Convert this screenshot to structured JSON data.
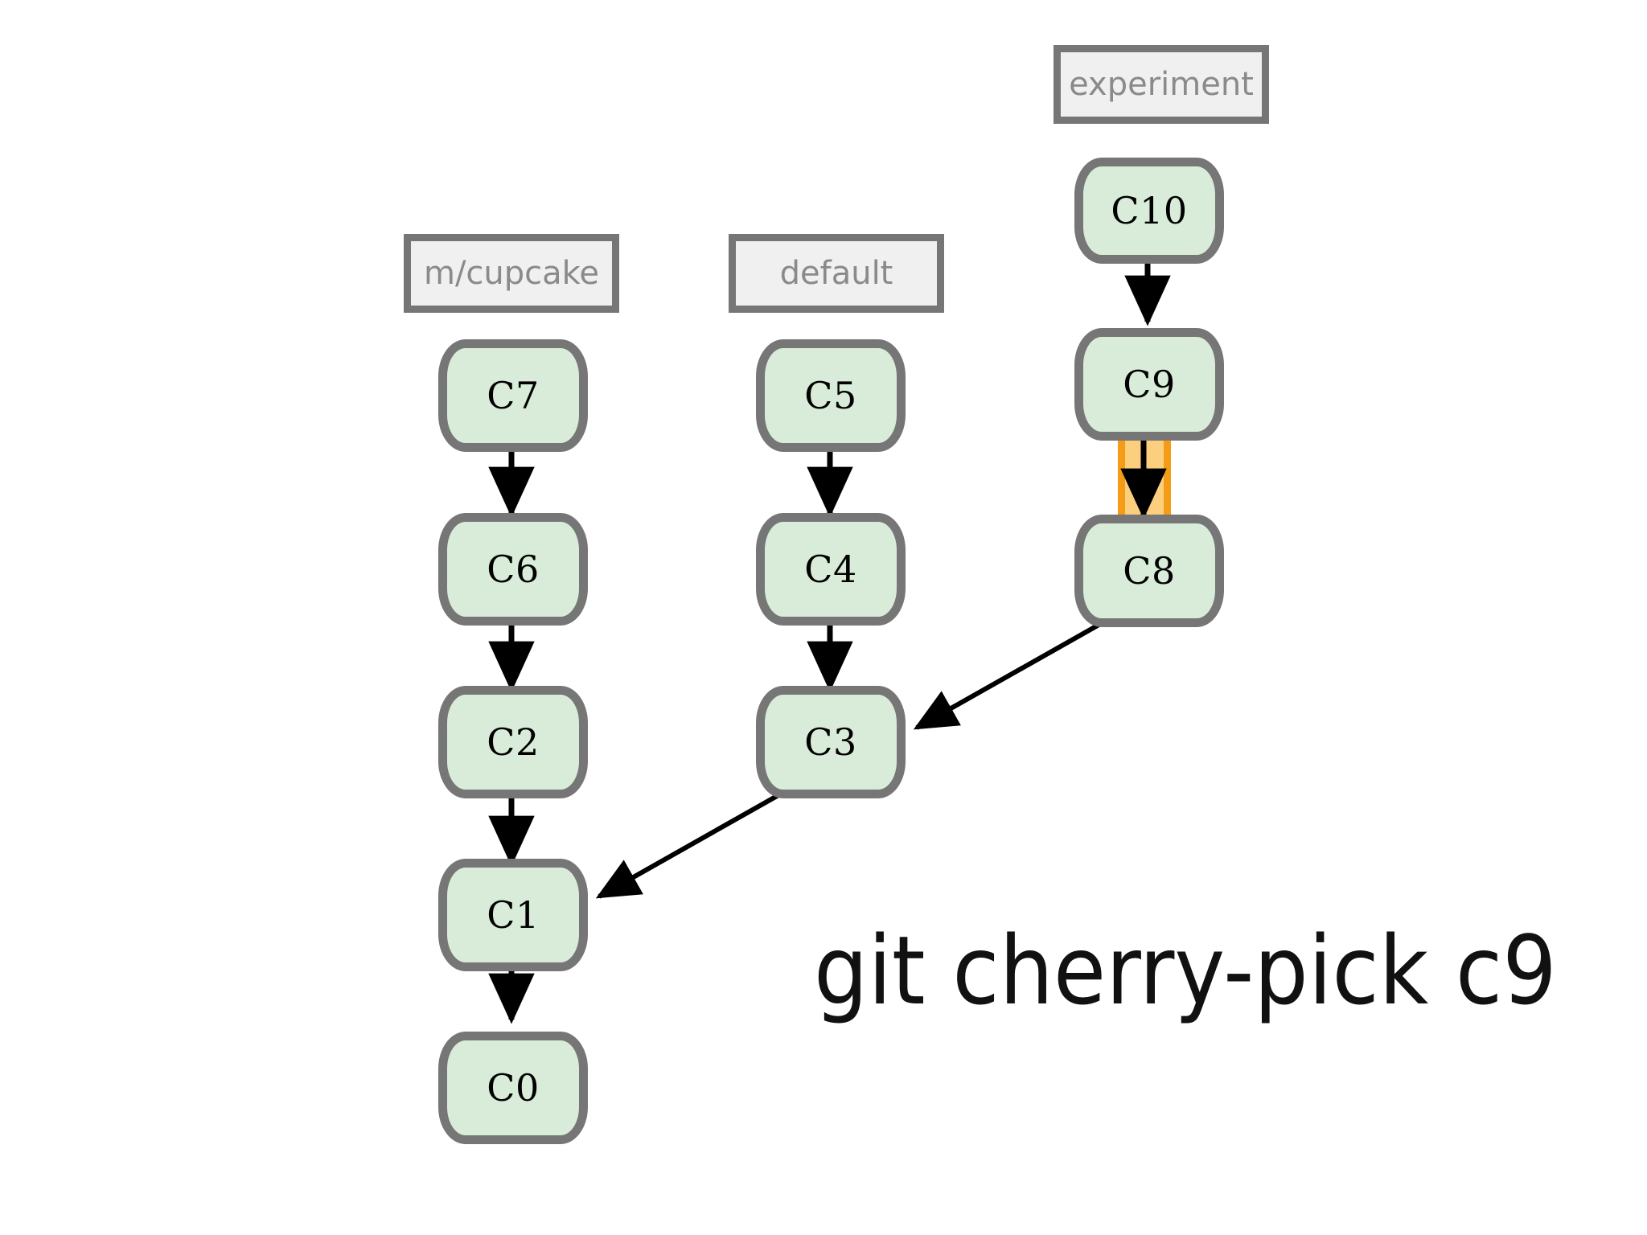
{
  "diagram": {
    "type": "git-commit-graph",
    "background_color": "#ffffff",
    "caption": "git cherry-pick c9",
    "colors": {
      "commit_fill": "#d9ecd9",
      "commit_border": "#767676",
      "label_fill": "#f0f0f0",
      "label_border": "#767676",
      "label_text": "#8a8a8a",
      "edge": "#000000",
      "highlight_fill": "#fccf7f",
      "highlight_border": "#f59c16",
      "caption_text": "#111111"
    },
    "branches": [
      {
        "id": "m-cupcake",
        "name": "m/cupcake",
        "head": "C7"
      },
      {
        "id": "default",
        "name": "default",
        "head": "C5"
      },
      {
        "id": "experiment",
        "name": "experiment",
        "head": "C10"
      }
    ],
    "commits": [
      {
        "id": "C10",
        "label": "C10"
      },
      {
        "id": "C9",
        "label": "C9"
      },
      {
        "id": "C8",
        "label": "C8"
      },
      {
        "id": "C7",
        "label": "C7"
      },
      {
        "id": "C6",
        "label": "C6"
      },
      {
        "id": "C5",
        "label": "C5"
      },
      {
        "id": "C4",
        "label": "C4"
      },
      {
        "id": "C3",
        "label": "C3"
      },
      {
        "id": "C2",
        "label": "C2"
      },
      {
        "id": "C1",
        "label": "C1"
      },
      {
        "id": "C0",
        "label": "C0"
      }
    ],
    "edges": [
      {
        "from": "C10",
        "to": "C9",
        "highlighted": false
      },
      {
        "from": "C9",
        "to": "C8",
        "highlighted": true
      },
      {
        "from": "C8",
        "to": "C3",
        "highlighted": false
      },
      {
        "from": "C7",
        "to": "C6",
        "highlighted": false
      },
      {
        "from": "C6",
        "to": "C2",
        "highlighted": false
      },
      {
        "from": "C2",
        "to": "C1",
        "highlighted": false
      },
      {
        "from": "C1",
        "to": "C0",
        "highlighted": false
      },
      {
        "from": "C5",
        "to": "C4",
        "highlighted": false
      },
      {
        "from": "C4",
        "to": "C3",
        "highlighted": false
      },
      {
        "from": "C3",
        "to": "C1",
        "highlighted": false
      }
    ]
  }
}
